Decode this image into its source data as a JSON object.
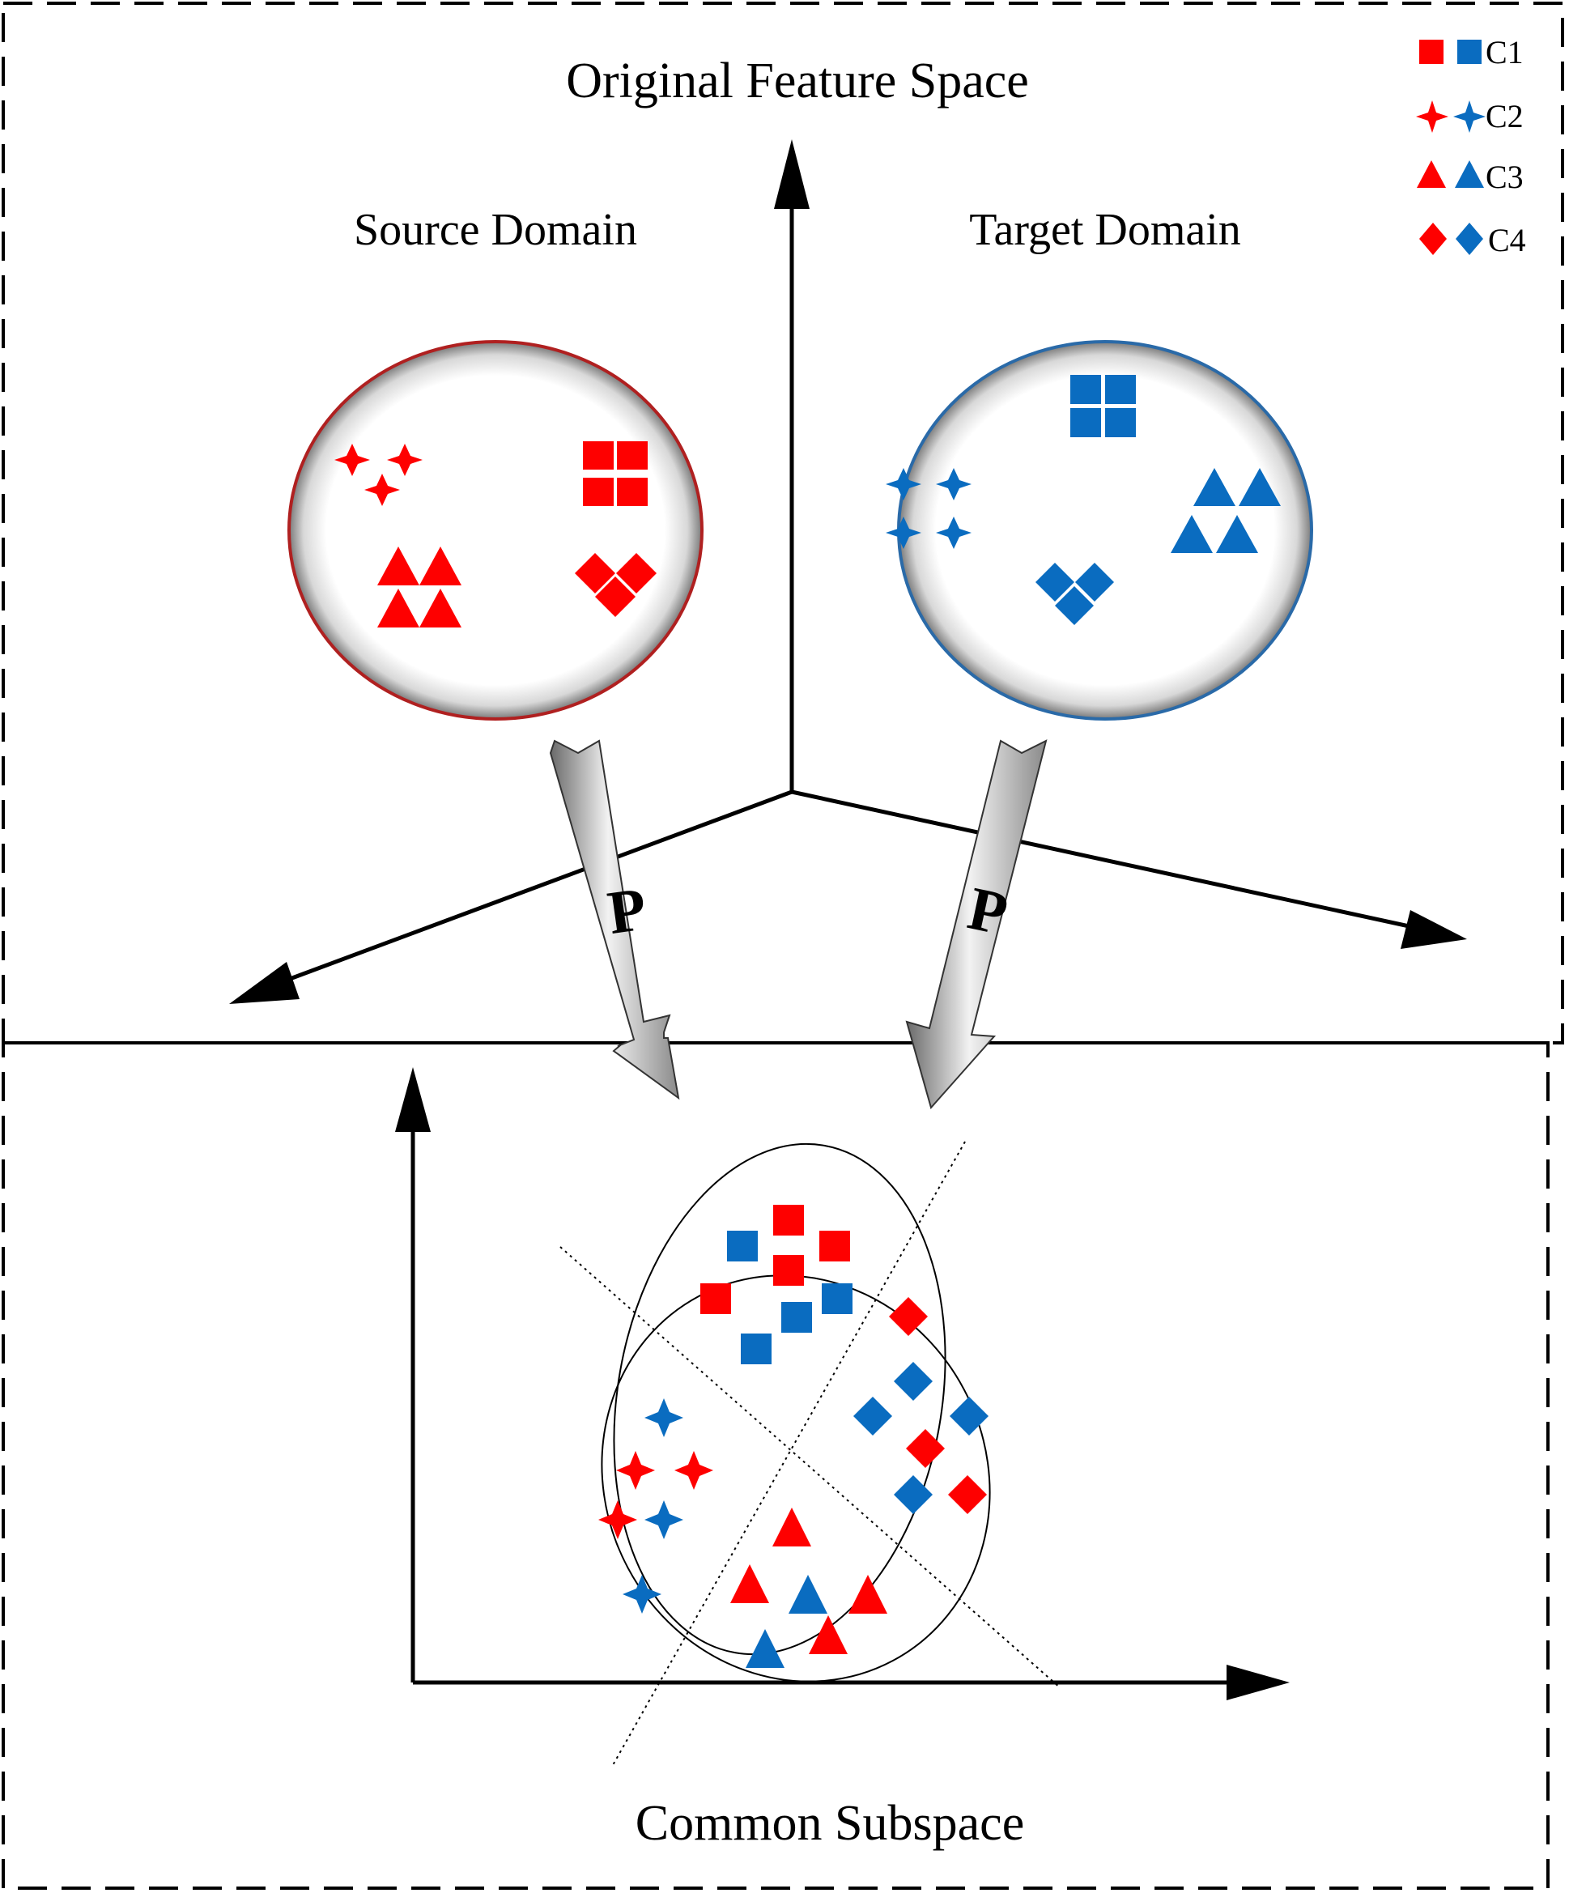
{
  "colors": {
    "source": "#fe0000",
    "target": "#0a6cc0",
    "axis": "#000000",
    "frame": "#000000",
    "background": "#ffffff",
    "source_ring": "#b02020",
    "target_ring": "#2a6aa8"
  },
  "titles": {
    "top": "Original Feature Space",
    "bottom": "Common Subspace"
  },
  "domains": {
    "source": "Source Domain",
    "target": "Target Domain"
  },
  "projection_label": "P",
  "legend": [
    {
      "label": "C1",
      "shape": "square"
    },
    {
      "label": "C2",
      "shape": "star4"
    },
    {
      "label": "C3",
      "shape": "triangle"
    },
    {
      "label": "C4",
      "shape": "diamond"
    }
  ]
}
